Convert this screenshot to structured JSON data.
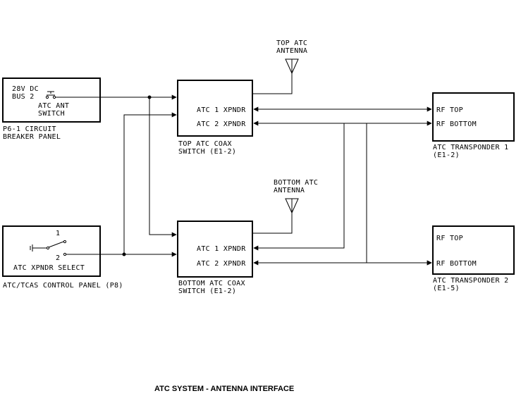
{
  "colors": {
    "ink": "#000000",
    "background": "#ffffff"
  },
  "breaker_panel": {
    "line1": "28V DC",
    "line2": "BUS 2",
    "switch_line1": "ATC ANT",
    "switch_line2": "SWITCH",
    "caption_line1": "P6-1 CIRCUIT",
    "caption_line2": "BREAKER PANEL"
  },
  "control_panel": {
    "position1": "1",
    "position2": "2",
    "label": "ATC XPNDR SELECT",
    "caption": "ATC/TCAS CONTROL PANEL (P8)"
  },
  "top_coax_switch": {
    "port1": "ATC 1 XPNDR",
    "port2": "ATC 2 XPNDR",
    "caption_line1": "TOP ATC COAX",
    "caption_line2": "SWITCH (E1-2)"
  },
  "bottom_coax_switch": {
    "port1": "ATC 1 XPNDR",
    "port2": "ATC 2 XPNDR",
    "caption_line1": "BOTTOM ATC COAX",
    "caption_line2": "SWITCH (E1-2)"
  },
  "top_antenna": {
    "line1": "TOP ATC",
    "line2": "ANTENNA"
  },
  "bottom_antenna": {
    "line1": "BOTTOM ATC",
    "line2": "ANTENNA"
  },
  "transponder1": {
    "port1": "RF TOP",
    "port2": "RF BOTTOM",
    "caption_line1": "ATC TRANSPONDER 1",
    "caption_line2": "(E1-2)"
  },
  "transponder2": {
    "port1": "RF TOP",
    "port2": "RF BOTTOM",
    "caption_line1": "ATC TRANSPONDER 2",
    "caption_line2": "(E1-5)"
  },
  "figure_title": "ATC SYSTEM - ANTENNA INTERFACE"
}
